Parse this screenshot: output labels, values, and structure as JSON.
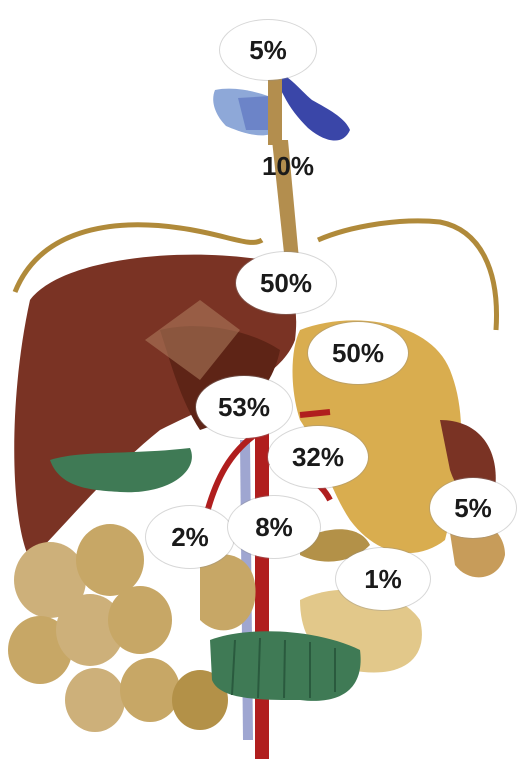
{
  "labels": {
    "pharynx": "5%",
    "esophagus": "10%",
    "diaphragm_junction": "50%",
    "stomach": "50%",
    "liver": "53%",
    "vessels": "32%",
    "gallbladder": "2%",
    "pancreas": "8%",
    "spleen_right": "5%",
    "intestine": "1%"
  },
  "colors": {
    "liver": "#7a3324",
    "liver_dark": "#5e2416",
    "stomach": "#d9ad4f",
    "intestine": "#cdb07a",
    "colon_green": "#3f7a55",
    "gallbladder": "#3f7a55",
    "esophagus": "#b38e4e",
    "pharynx_blue": "#4b57b8",
    "aorta": "#b01e1e",
    "vein": "#9fa6d1",
    "diaphragm": "#b08a3a"
  }
}
